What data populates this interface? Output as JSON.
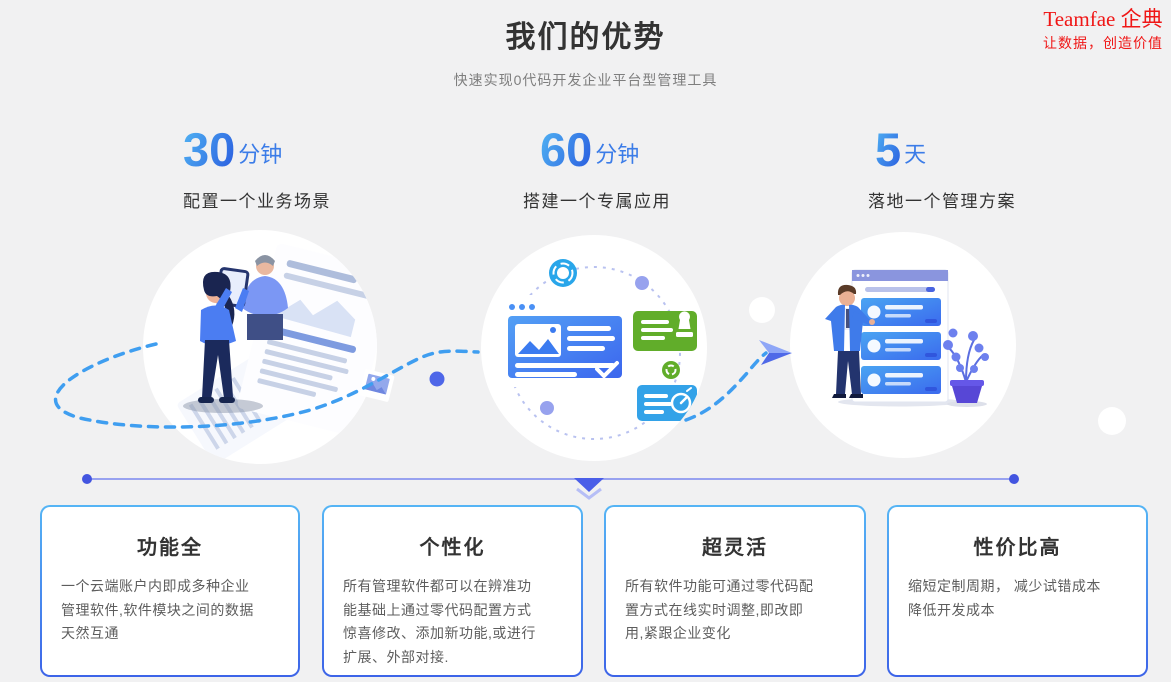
{
  "watermark": {
    "brand": "Teamfae 企典",
    "slogan": "让数据，创造价值",
    "color": "#f01616"
  },
  "header": {
    "title": "我们的优势",
    "subtitle": "快速实现0代码开发企业平台型管理工具"
  },
  "stats": [
    {
      "value": "30",
      "unit": "分钟",
      "caption": "配置一个业务场景"
    },
    {
      "value": "60",
      "unit": "分钟",
      "caption": "搭建一个专属应用"
    },
    {
      "value": "5",
      "unit": "天",
      "caption": "落地一个管理方案"
    }
  ],
  "illustrations": [
    {
      "name": "team-documents-illustration"
    },
    {
      "name": "app-builder-illustration"
    },
    {
      "name": "admin-panel-illustration"
    }
  ],
  "cards": [
    {
      "title": "功能全",
      "body": "一个云端账户内即成多种企业\n管理软件,软件模块之间的数据\n天然互通"
    },
    {
      "title": "个性化",
      "body": "所有管理软件都可以在辨准功\n能基础上通过零代码配置方式\n惊喜修改、添加新功能,或进行\n扩展、外部对接."
    },
    {
      "title": "超灵活",
      "body": "所有软件功能可通过零代码配\n置方式在线实时调整,即改即\n用,紧跟企业变化"
    },
    {
      "title": "性价比高",
      "body": "缩短定制周期， 减少试错成本\n降低开发成本"
    }
  ],
  "colors": {
    "background": "#f1f1f2",
    "accent_blue": "#2f7ce8",
    "number_gradient_start": "#4fb0f2",
    "number_gradient_end": "#2b5fe0",
    "card_border_top": "#55b5f5",
    "card_border_bottom": "#3d64e8",
    "connector_dashed": "#3f9ef0",
    "divider_line": "#98a2f0",
    "divider_dot": "#4355e0",
    "badge_green": "#61ad2a",
    "badge_blue": "#33a2e8"
  }
}
